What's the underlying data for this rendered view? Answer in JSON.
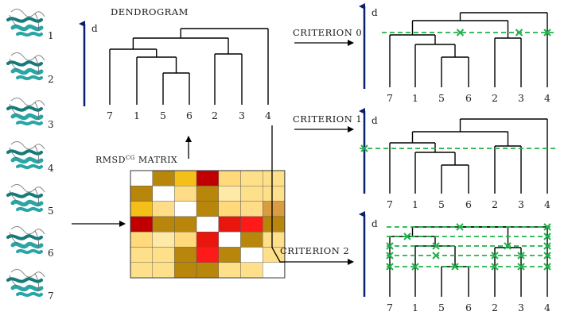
{
  "colors": {
    "axis": "#0a1f6e",
    "tree": "#000000",
    "cut": "#22b14c",
    "arrow": "#000000",
    "protein": "#2aa5a5",
    "protein_dark": "#147a7a"
  },
  "protein_labels": [
    "1",
    "2",
    "3",
    "4",
    "5",
    "6",
    "7"
  ],
  "dendrogram": {
    "title": "DENDROGRAM",
    "axis_label": "d",
    "leaves": [
      "7",
      "1",
      "5",
      "6",
      "2",
      "3",
      "4"
    ]
  },
  "matrix": {
    "title_main": "RMSD",
    "title_sup": "CG",
    "title_rest": " MATRIX",
    "cells": [
      [
        "#ffffff",
        "#b8860b",
        "#f5bf1a",
        "#c00000",
        "#ffd97a",
        "#ffe08a",
        "#ffe08a"
      ],
      [
        "#b8860b",
        "#ffffff",
        "#ffdd88",
        "#b8860b",
        "#ffe9a6",
        "#ffe08a",
        "#ffe08a"
      ],
      [
        "#f5bf1a",
        "#ffdd88",
        "#ffffff",
        "#b8860b",
        "#ffd97a",
        "#ffdd88",
        "#d99c40"
      ],
      [
        "#c00000",
        "#b8860b",
        "#b8860b",
        "#ffffff",
        "#e8160c",
        "#ff1a1a",
        "#b8860b"
      ],
      [
        "#ffd97a",
        "#ffe9a6",
        "#ffd97a",
        "#e8160c",
        "#ffffff",
        "#b8860b",
        "#ffe08a"
      ],
      [
        "#ffe08a",
        "#ffe08a",
        "#b8860b",
        "#ff1a1a",
        "#b8860b",
        "#ffffff",
        "#ffe08a"
      ],
      [
        "#ffe08a",
        "#ffe08a",
        "#b8860b",
        "#b8860b",
        "#ffe08a",
        "#ffe08a",
        "#ffffff"
      ]
    ]
  },
  "criteria": [
    {
      "label": "CRITERION 0",
      "axis_label": "d",
      "leaves": [
        "7",
        "1",
        "5",
        "6",
        "2",
        "3",
        "4"
      ]
    },
    {
      "label": "CRITERION 1",
      "axis_label": "d",
      "leaves": [
        "7",
        "1",
        "5",
        "6",
        "2",
        "3",
        "4"
      ]
    },
    {
      "label": "CRITERION 2",
      "axis_label": "d",
      "leaves": [
        "7",
        "1",
        "5",
        "6",
        "2",
        "3",
        "4"
      ]
    }
  ]
}
